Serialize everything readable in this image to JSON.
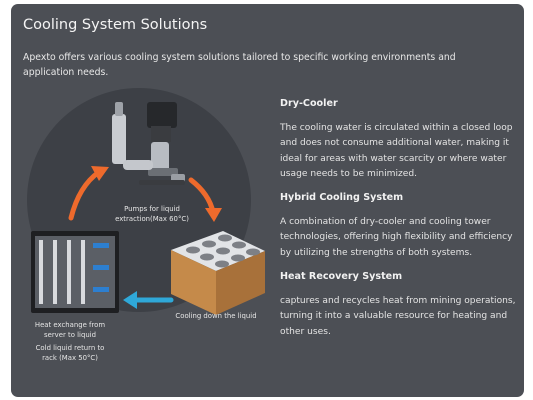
{
  "card": {
    "title": "Cooling System Solutions",
    "intro": "Apexto offers various cooling system solutions tailored to specific working environments and application needs."
  },
  "diagram": {
    "pump_label": "Pumps for liquid\nextraction(Max 60°C)",
    "cooldown_label": "Cooling down the liquid",
    "heat_exchange_label": "Heat exchange from\nserver to liquid",
    "return_label": "Cold liquid return to\nrack (Max 50°C)",
    "colors": {
      "circle": "#3d4046",
      "orange_arrow": "#ee6a2c",
      "blue_arrow": "#2fa8d8"
    }
  },
  "sections": [
    {
      "title": "Dry-Cooler",
      "body": "The cooling water is circulated within a closed loop and does not consume additional water, making it ideal for areas with water scarcity or where water usage needs to be minimized."
    },
    {
      "title": "Hybrid Cooling System",
      "body": "A combination of dry-cooler and cooling tower technologies, offering high flexibility and efficiency by utilizing the strengths of both systems."
    },
    {
      "title": "Heat Recovery System",
      "body": "captures and recycles heat from mining operations, turning it into a valuable resource for heating and other uses."
    }
  ]
}
